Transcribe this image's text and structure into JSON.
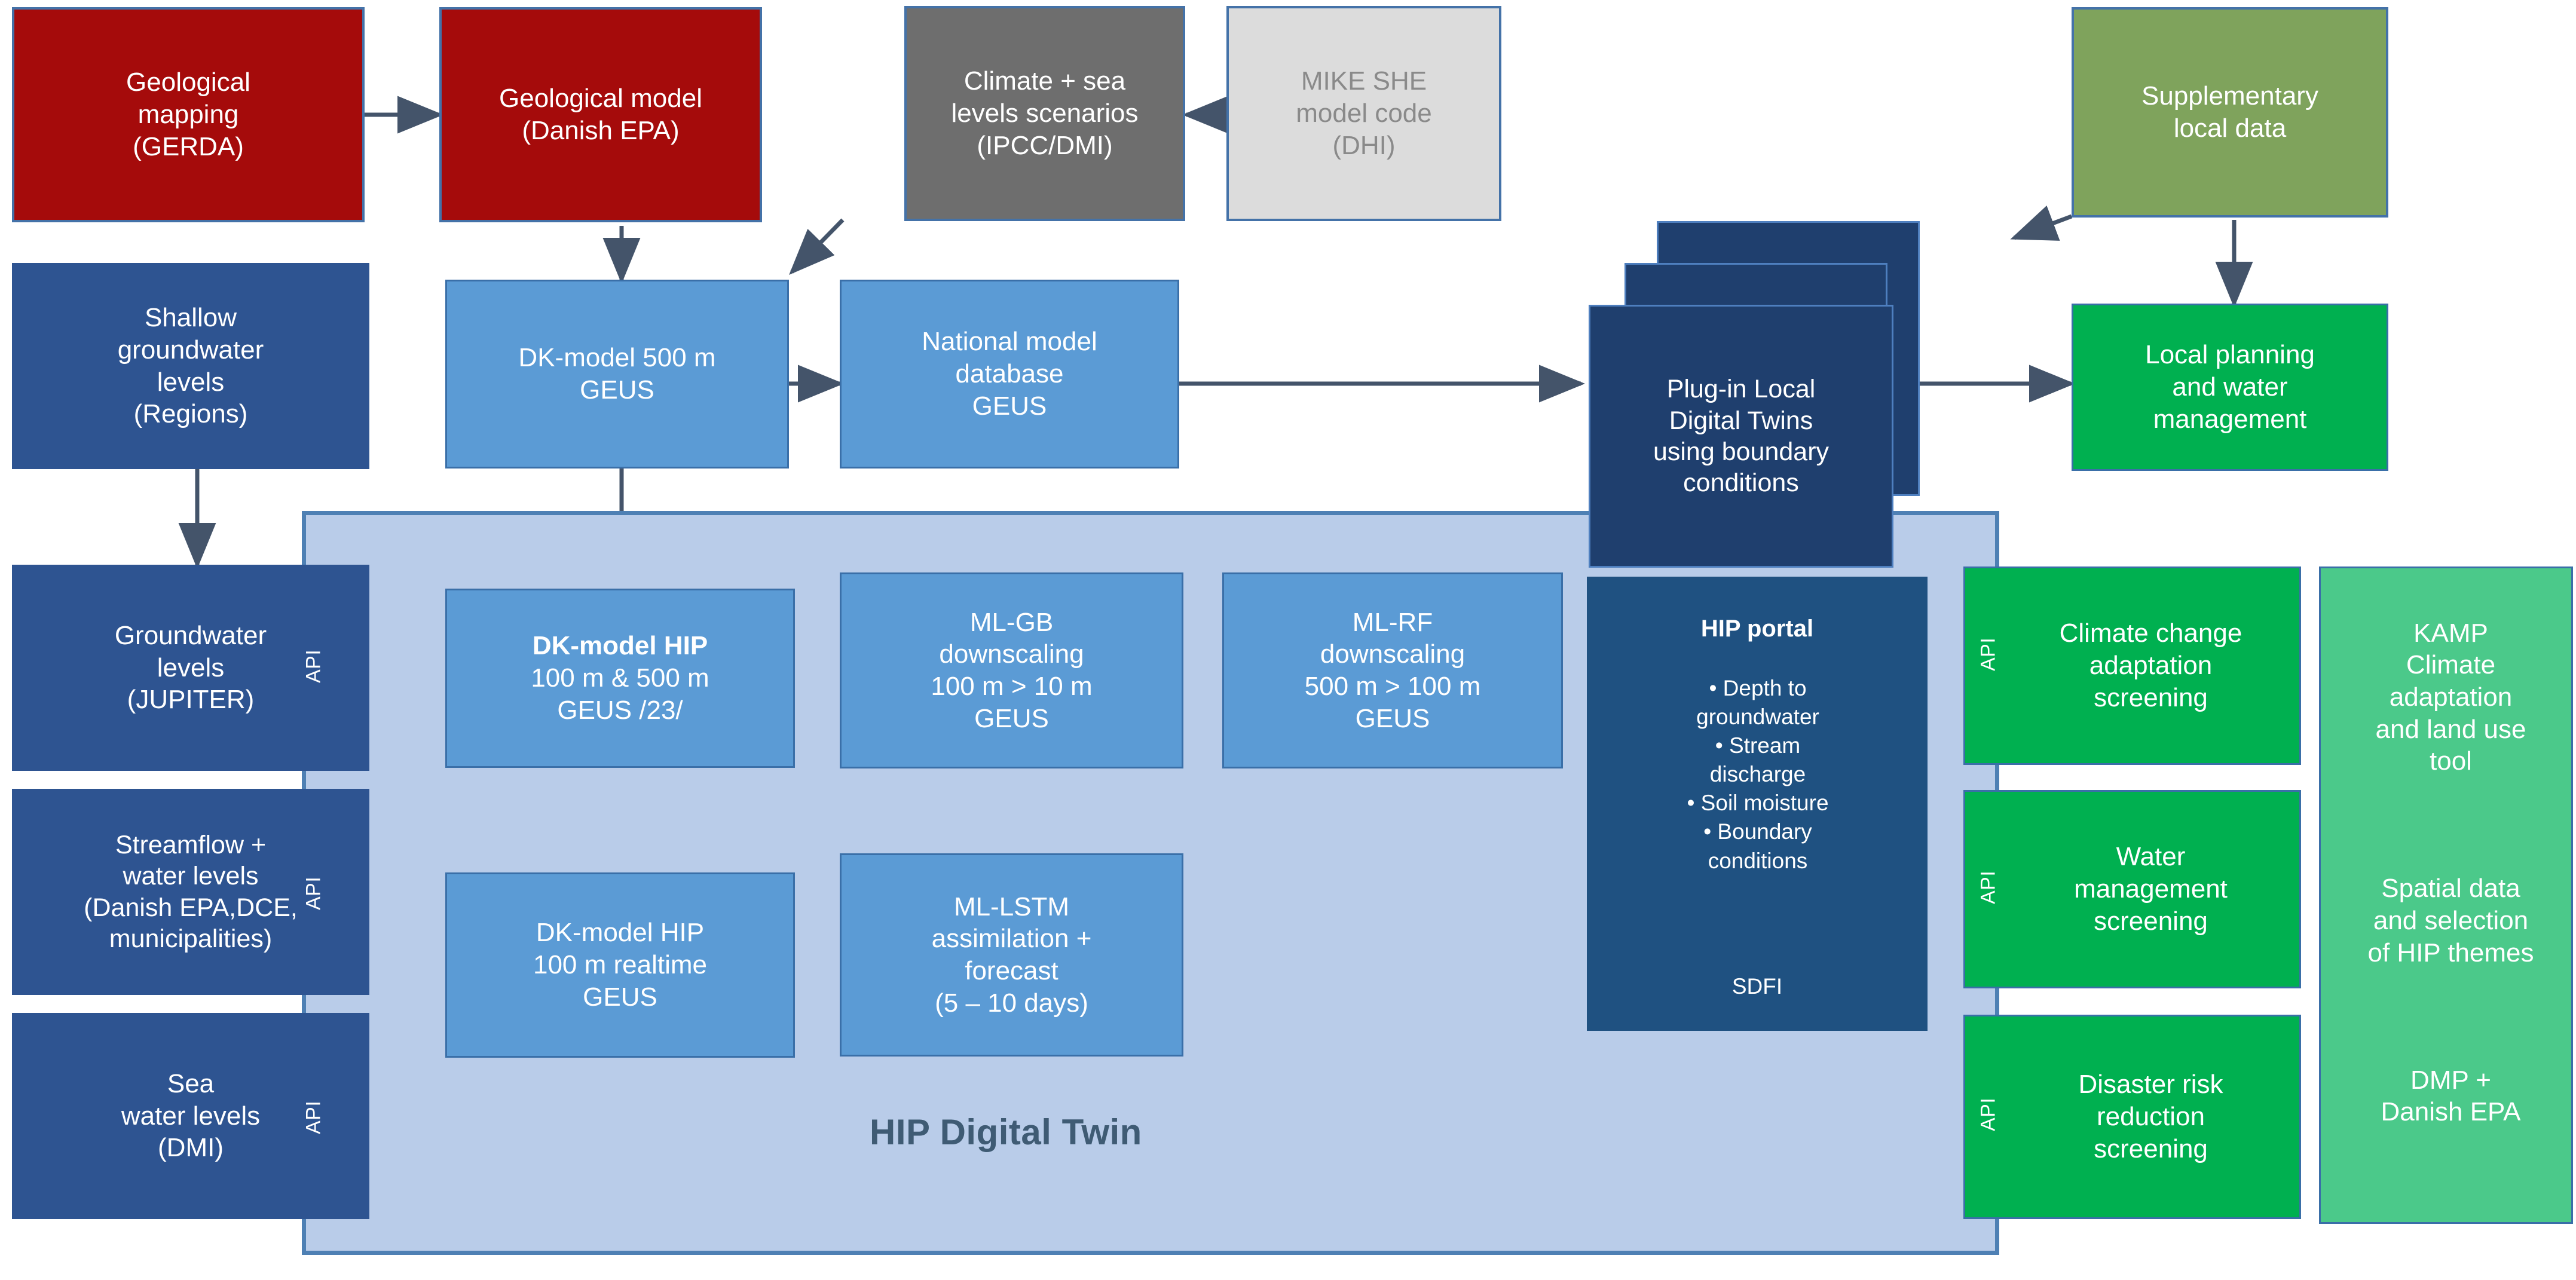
{
  "diagram": {
    "title": "HIP Digital Twin",
    "container_label": "HIP Digital Twin",
    "api_label": "API",
    "colors": {
      "dark_red": "#A50B0B",
      "grey": "#6E6E6E",
      "light_grey": "#DCDCDC",
      "navy": "#2E5491",
      "medium_blue": "#5B9BD5",
      "deep_navy": "#1F3F6E",
      "olive_green": "#7FA35C",
      "green": "#00B050",
      "green_light": "#4BC98A",
      "hip_panel": "#B9CCE9",
      "hip_panel_border": "#4E80B4",
      "connector": "#44546A"
    }
  },
  "nodes": {
    "geological_mapping": "Geological\nmapping\n(GERDA)",
    "geological_model": "Geological model\n(Danish EPA)",
    "climate_sea_scenarios": "Climate + sea\nlevels scenarios\n(IPCC/DMI)",
    "mike_she": "MIKE SHE\nmodel code\n(DHI)",
    "supplementary_local_data": "Supplementary\nlocal data",
    "shallow_groundwater_levels": "Shallow\ngroundwater\nlevels\n(Regions)",
    "groundwater_levels": "Groundwater\nlevels\n(JUPITER)",
    "streamflow_water_levels": "Streamflow +\nwater levels\n(Danish EPA,DCE,\nmunicipalities)",
    "sea_water_levels": "Sea\nwater levels\n(DMI)",
    "dk_model_500m": "DK-model 500 m\nGEUS",
    "national_model_database": "National model\ndatabase\nGEUS",
    "plug_in_local_digital_twins": "Plug-in Local\nDigital Twins\nusing boundary\nconditions",
    "local_planning_water_management": "Local planning\nand water\nmanagement",
    "dk_model_hip": {
      "bold_line": "DK-model HIP",
      "rest": "100 m & 500 m\nGEUS /23/"
    },
    "ml_gb_downscaling": "ML-GB\ndownscaling\n100 m > 10 m\nGEUS",
    "ml_rf_downscaling": "ML-RF\ndownscaling\n500 m > 100 m\nGEUS",
    "dk_model_hip_realtime": "DK-model HIP\n100 m realtime\nGEUS",
    "ml_lstm": "ML-LSTM\nassimilation +\nforecast\n(5 – 10 days)",
    "hip_portal": {
      "title": "HIP portal",
      "bullets": [
        "• Depth to groundwater",
        "• Stream discharge",
        "• Soil moisture",
        "• Boundary conditions"
      ],
      "bullets_text": "• Depth to\ngroundwater\n• Stream\ndischarge\n• Soil moisture\n• Boundary\nconditions",
      "owner": "SDFI"
    },
    "climate_change_adaptation_screening": "Climate change\nadaptation\nscreening",
    "water_management_screening": "Water\nmanagement\nscreening",
    "disaster_risk_reduction_screening": "Disaster risk\nreduction\nscreening",
    "kamp_tool": "KAMP\nClimate\nadaptation\nand land use\ntool",
    "kamp_spatial": "Spatial data\nand selection\nof HIP themes",
    "kamp_owner": "DMP +\nDanish EPA"
  }
}
